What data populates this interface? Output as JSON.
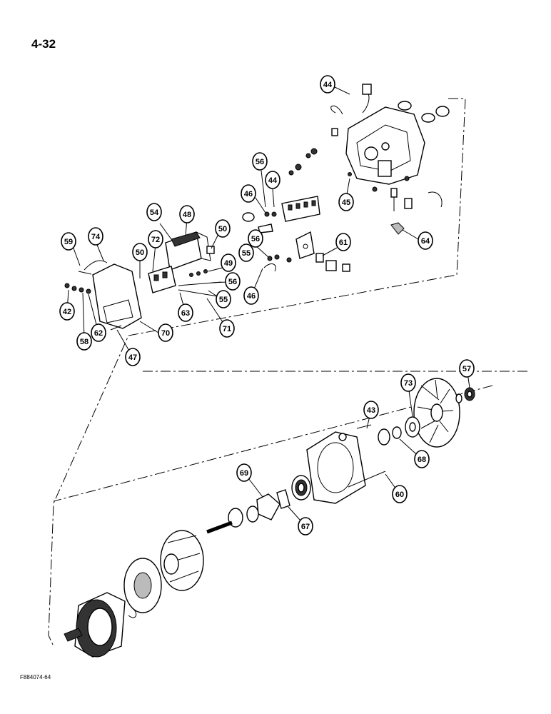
{
  "page_number": "4-32",
  "figure_code": "F884074-64",
  "callouts": [
    {
      "label": "44"
    },
    {
      "label": "56"
    },
    {
      "label": "44"
    },
    {
      "label": "46"
    },
    {
      "label": "45"
    },
    {
      "label": "54"
    },
    {
      "label": "48"
    },
    {
      "label": "50"
    },
    {
      "label": "59"
    },
    {
      "label": "74"
    },
    {
      "label": "72"
    },
    {
      "label": "50"
    },
    {
      "label": "49"
    },
    {
      "label": "56"
    },
    {
      "label": "55"
    },
    {
      "label": "56"
    },
    {
      "label": "55"
    },
    {
      "label": "61"
    },
    {
      "label": "64"
    },
    {
      "label": "42"
    },
    {
      "label": "62"
    },
    {
      "label": "63"
    },
    {
      "label": "46"
    },
    {
      "label": "71"
    },
    {
      "label": "70"
    },
    {
      "label": "58"
    },
    {
      "label": "47"
    },
    {
      "label": "57"
    },
    {
      "label": "73"
    },
    {
      "label": "43"
    },
    {
      "label": "68"
    },
    {
      "label": "69"
    },
    {
      "label": "60"
    },
    {
      "label": "67"
    }
  ]
}
